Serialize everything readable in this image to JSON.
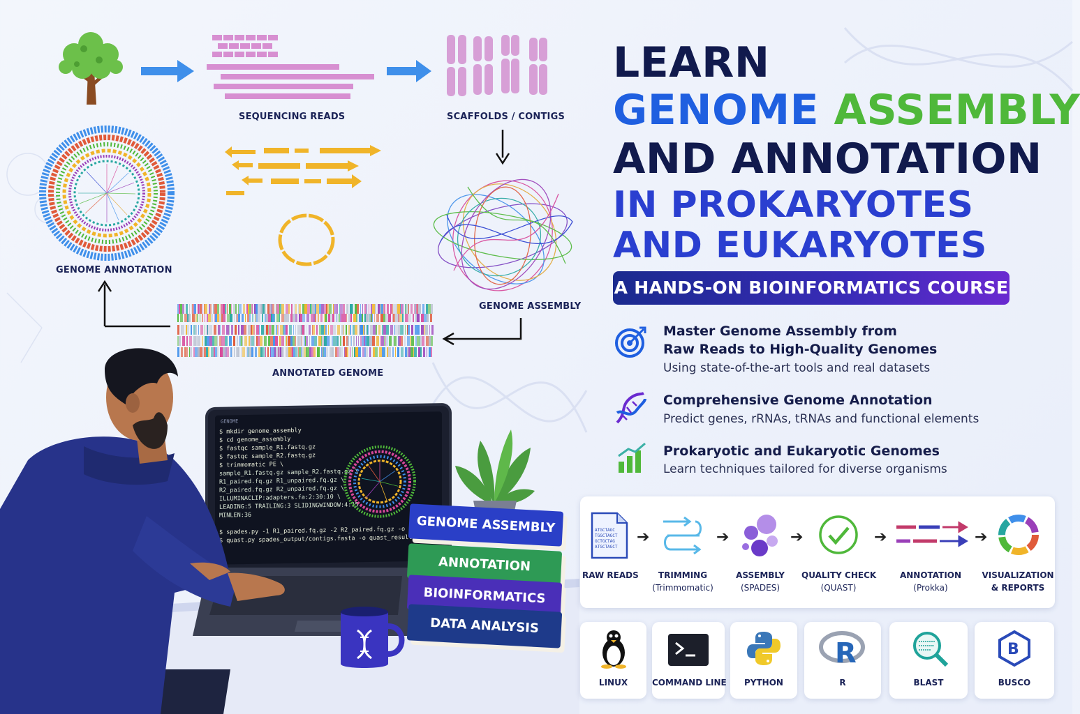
{
  "colors": {
    "navy": "#111a4d",
    "blue": "#1f5fe0",
    "green": "#4fb83a",
    "indigo": "#2a3fd0",
    "purple": "#6a2ad0"
  },
  "diagram": {
    "sequencing_reads": "SEQUENCING READS",
    "scaffolds": "SCAFFOLDS / CONTIGS",
    "genome_assembly": "GENOME ASSEMBLY",
    "annotated_genome": "ANNOTATED GENOME",
    "genome_annotation": "GENOME ANNOTATION"
  },
  "title": {
    "line1": "LEARN",
    "line2a": "GENOME ",
    "line2b": "ASSEMBLY",
    "line3": "AND ANNOTATION",
    "line4": "IN PROKARYOTES",
    "line5": "AND EUKARYOTES"
  },
  "subtitle": "A HANDS-ON BIOINFORMATICS COURSE",
  "features": [
    {
      "icon": "target-icon",
      "title1": "Master Genome Assembly from",
      "title2": "Raw Reads to High-Quality Genomes",
      "desc": "Using state-of-the-art tools and real datasets"
    },
    {
      "icon": "dna-icon",
      "title1": "Comprehensive Genome Annotation",
      "desc": "Predict genes, rRNAs, tRNAs and functional elements"
    },
    {
      "icon": "bar-chart-icon",
      "title1": "Prokaryotic and Eukaryotic Genomes",
      "desc": "Learn techniques tailored for diverse organisms"
    }
  ],
  "workflow": [
    {
      "label": "RAW READS",
      "sub": ""
    },
    {
      "label": "TRIMMING",
      "sub": "(Trimmomatic)"
    },
    {
      "label": "ASSEMBLY",
      "sub": "(SPADES)"
    },
    {
      "label": "QUALITY CHECK",
      "sub": "(QUAST)"
    },
    {
      "label": "ANNOTATION",
      "sub": "(Prokka)"
    },
    {
      "label": "VISUALIZATION",
      "sub": "& REPORTS"
    }
  ],
  "tools": [
    "LINUX",
    "COMMAND LINE",
    "PYTHON",
    "R",
    "BLAST",
    "BUSCO"
  ],
  "books": [
    "GENOME ASSEMBLY",
    "ANNOTATION",
    "BIOINFORMATICS",
    "DATA ANALYSIS"
  ],
  "terminal": {
    "header": "GENOME",
    "lines": [
      "$ mkdir genome_assembly",
      "$ cd genome_assembly",
      "$ fastqc sample_R1.fastq.gz",
      "$ fastqc sample_R2.fastq.gz",
      "$ trimmomatic PE \\",
      "  sample_R1.fastq.gz sample_R2.fastq.gz \\",
      "  R1_paired.fq.gz R1_unpaired.fq.gz \\",
      "  R2_paired.fq.gz R2_unpaired.fq.gz \\",
      "  ILLUMINACLIP:adapters.fa:2:30:10 \\",
      "  LEADING:5 TRAILING:3 SLIDINGWINDOW:4:15",
      "  MINLEN:36",
      "",
      "$ spades.py -1 R1_paired.fq.gz -2 R2_paired.fq.gz -o spades_output",
      "$ quast.py spades_output/contigs.fasta -o quast_results"
    ]
  },
  "raw_reads_icon_text": [
    "ATGCTAGC",
    "TGGCTAGCT",
    "GCTGCTAG",
    "ATGCTAGCT"
  ]
}
